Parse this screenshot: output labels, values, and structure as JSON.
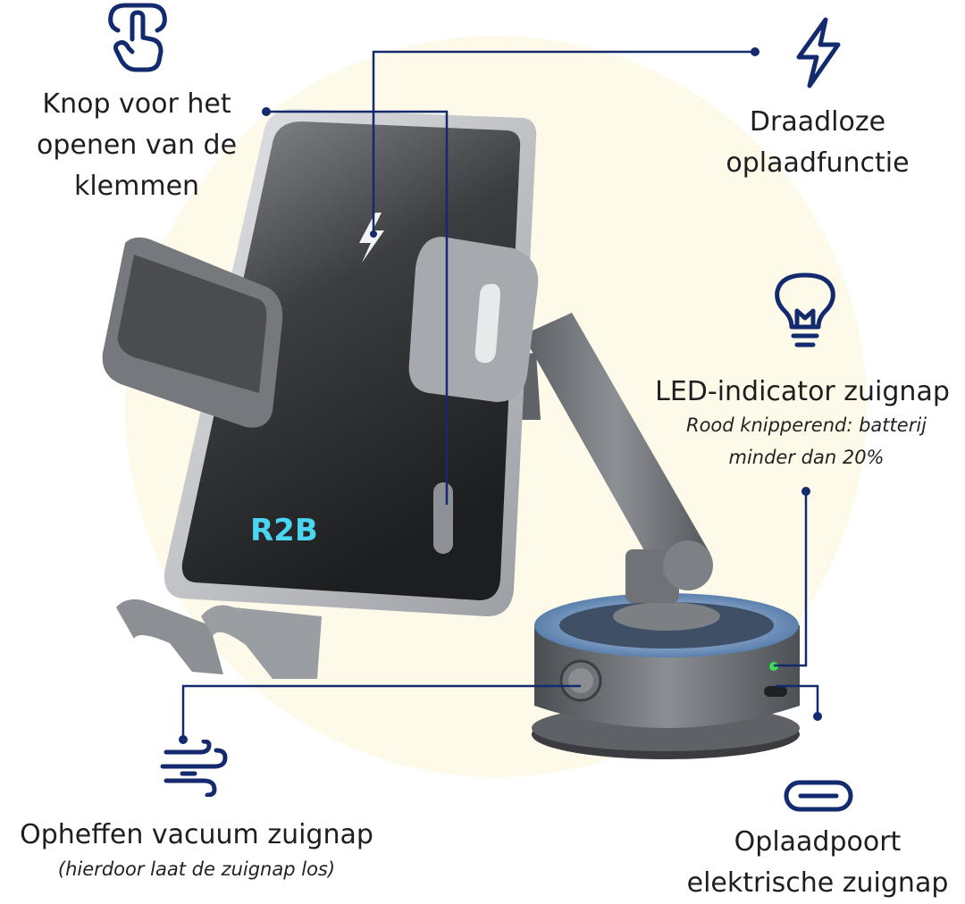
{
  "callouts": {
    "clamp_button": {
      "lines": [
        "Knop voor het",
        "openen van de",
        "klemmen"
      ],
      "icon": "finger-tap-icon"
    },
    "wireless_charging": {
      "lines": [
        "Draadloze",
        "oplaadfunctie"
      ],
      "icon": "lightning-bolt-icon"
    },
    "led_indicator": {
      "title": "LED-indicator zuignap",
      "note_lines": [
        "Rood knipperend: batterij",
        "minder dan 20%"
      ],
      "icon": "lightbulb-icon"
    },
    "release_vacuum": {
      "title": "Opheffen vacuum zuignap",
      "note": "(hierdoor laat de zuignap los)",
      "icon": "wind-icon"
    },
    "charging_port": {
      "lines": [
        "Oplaadpoort",
        "elektrische zuignap"
      ],
      "icon": "usb-c-port-icon"
    }
  },
  "product": {
    "brand_logo": "R2B"
  },
  "colors": {
    "accent": "#142a6e",
    "background_circle": "#fdfaea",
    "logo": "#4ad6f2",
    "led": "#3bdc4f"
  }
}
